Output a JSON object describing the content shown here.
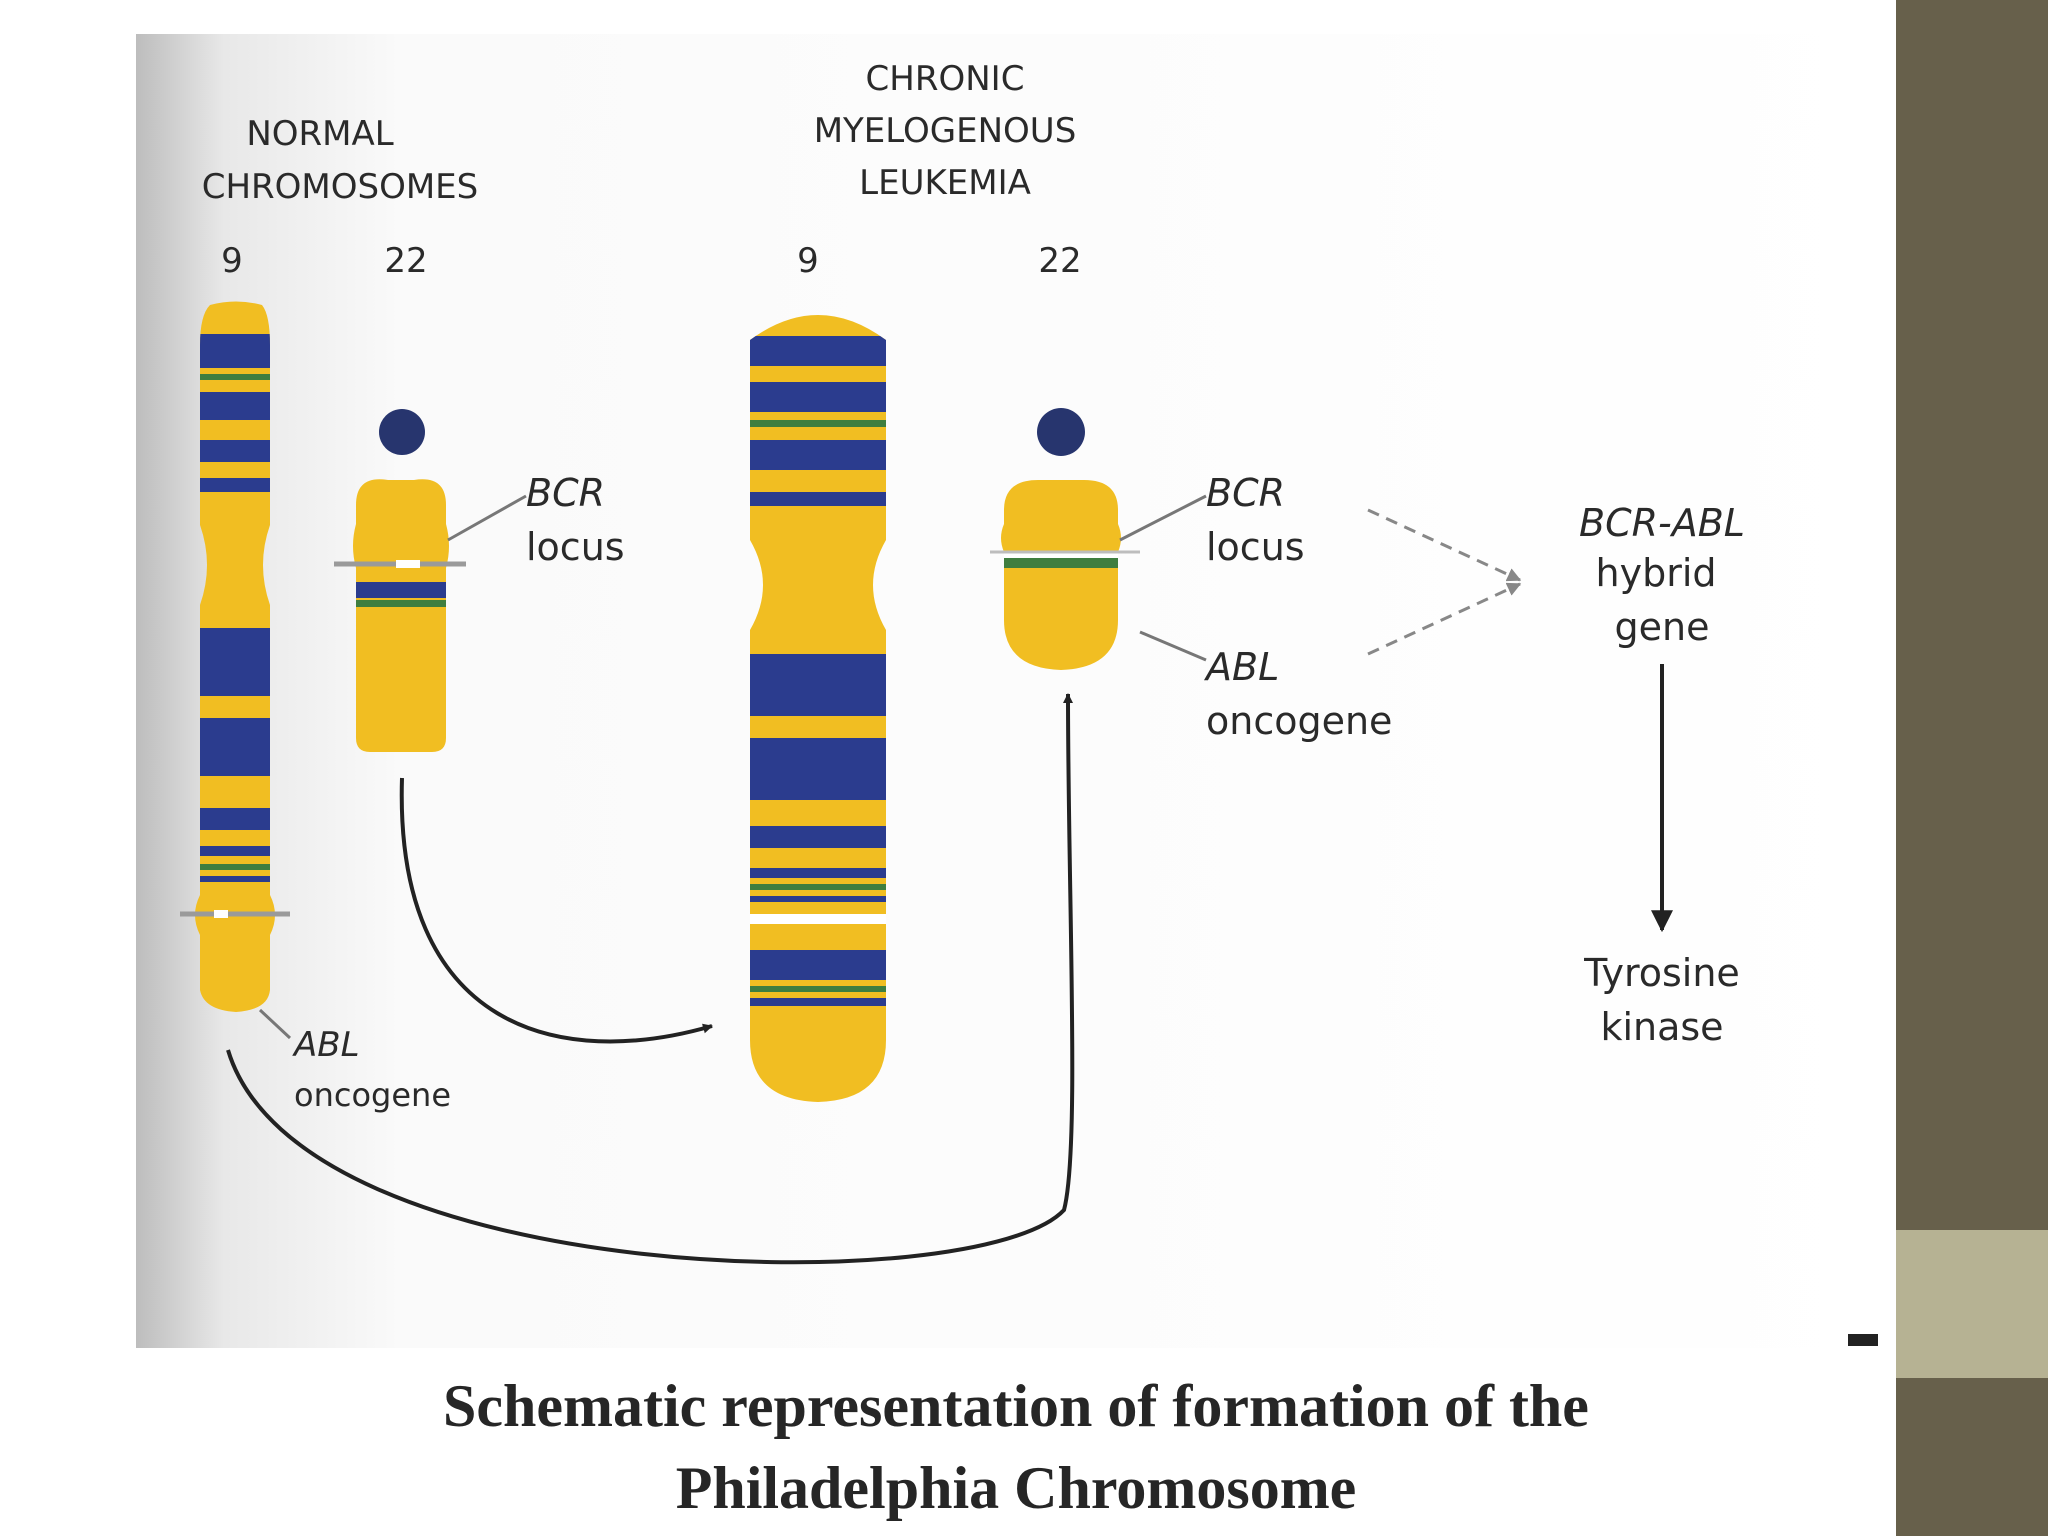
{
  "diagram": {
    "headings": {
      "normal": [
        "NORMAL",
        "CHROMOSOMES"
      ],
      "cml": [
        "CHRONIC",
        "MYELOGENOUS",
        "LEUKEMIA"
      ]
    },
    "chromosome_numbers": {
      "normal_9": "9",
      "normal_22": "22",
      "cml_9": "9",
      "cml_22": "22"
    },
    "labels": {
      "bcr_normal": "BCR",
      "locus_normal": "locus",
      "abl_normal": "ABL",
      "oncogene_normal": "oncogene",
      "bcr_cml": "BCR",
      "locus_cml": "locus",
      "abl_cml": "ABL",
      "oncogene_cml": "oncogene",
      "hybrid_1": "BCR-ABL",
      "hybrid_2": "hybrid",
      "hybrid_3": "gene",
      "product_1": "Tyrosine",
      "product_2": "kinase"
    }
  },
  "caption": {
    "line1": "Schematic representation of formation of the",
    "line2": "Philadelphia Chromosome"
  },
  "colors": {
    "chromosome_fill": "#f1be22",
    "band_blue": "#2b3c8e",
    "band_green": "#3f7e3f",
    "centromere_dot": "#27356e",
    "sidebar_dark": "#67604b",
    "sidebar_light": "#b6b293"
  }
}
